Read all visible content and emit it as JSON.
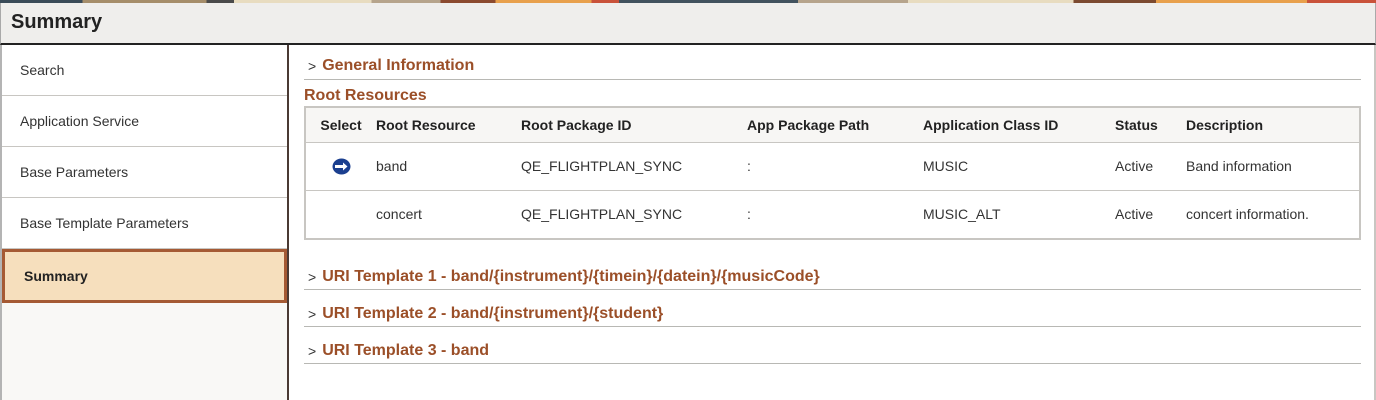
{
  "header": {
    "title": "Summary"
  },
  "sidebar": {
    "items": [
      {
        "label": "Search",
        "active": false
      },
      {
        "label": "Application Service",
        "active": false
      },
      {
        "label": "Base Parameters",
        "active": false
      },
      {
        "label": "Base Template Parameters",
        "active": false
      },
      {
        "label": "Summary",
        "active": true
      }
    ]
  },
  "main": {
    "general_info": {
      "label": "General Information",
      "icon": "chevron-right-icon"
    },
    "root_resources": {
      "title": "Root Resources",
      "columns": [
        "Select",
        "Root Resource",
        "Root Package ID",
        "App Package Path",
        "Application Class ID",
        "Status",
        "Description"
      ],
      "rows": [
        {
          "selected": true,
          "select_icon": "arrow-right-circle-icon",
          "root_resource": "band",
          "root_package_id": "QE_FLIGHTPLAN_SYNC",
          "app_package_path": ":",
          "application_class_id": "MUSIC",
          "status": "Active",
          "description": "Band information"
        },
        {
          "selected": false,
          "root_resource": "concert",
          "root_package_id": "QE_FLIGHTPLAN_SYNC",
          "app_package_path": ":",
          "application_class_id": "MUSIC_ALT",
          "status": "Active",
          "description": "concert information."
        }
      ]
    },
    "uri_templates": [
      {
        "label": "URI Template 1 - band/{instrument}/{timein}/{datein}/{musicCode}"
      },
      {
        "label": "URI Template 2 - band/{instrument}/{student}"
      },
      {
        "label": "URI Template 3 - band"
      }
    ],
    "chevron": ">"
  },
  "colors": {
    "accent": "#9b4f28",
    "active_bg": "#f6dfbd",
    "active_border": "#a55a34",
    "select_icon": "#1b3f8f"
  }
}
